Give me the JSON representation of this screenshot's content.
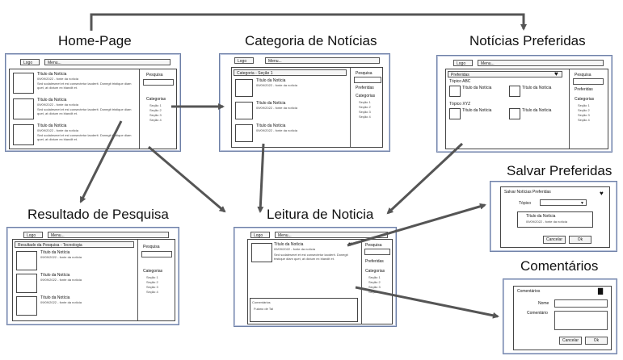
{
  "titles": {
    "home": "Home-Page",
    "categoria": "Categoria de Notícias",
    "preferidas": "Notícias Preferidas",
    "resultado": "Resultado de Pesquisa",
    "leitura": "Leitura de Noticia",
    "salvar": "Salvar Preferidas",
    "comentarios": "Comentários"
  },
  "wire": {
    "logo": "Logo",
    "menu": "Menu...",
    "pesquisa": "Pesquisa",
    "preferidas": "Preferidas",
    "categorias": "Categorias",
    "secoes": [
      "Seção 1",
      "Seção 2",
      "Seção 3",
      "Seção 4"
    ],
    "item_title": "Título da Notícia",
    "item_meta": "09/09/2022 - fonte da notícia",
    "item_text": "Sed sodalesmet et est consectetur laoderit. Donegit tristique diam quet, at dictum ex blandit et.",
    "categoria_bar": "Categoria - Seção 1",
    "resultado_bar": "Resultado da Pesquisa - Tecnologia",
    "pref_header": "Preferidas",
    "topico_abc": "Tópico ABC",
    "topico_xyz": "Tópico XYZ",
    "comentarios_label": "Comentários",
    "comentario_autor": "Fulano de Tal",
    "salvar_header": "Salvar Notícias Preferidas",
    "topico_label": "Tópico",
    "cancelar": "Cancelar",
    "ok": "Ok",
    "nome_label": "Nome",
    "comentario_label": "Comentário"
  }
}
